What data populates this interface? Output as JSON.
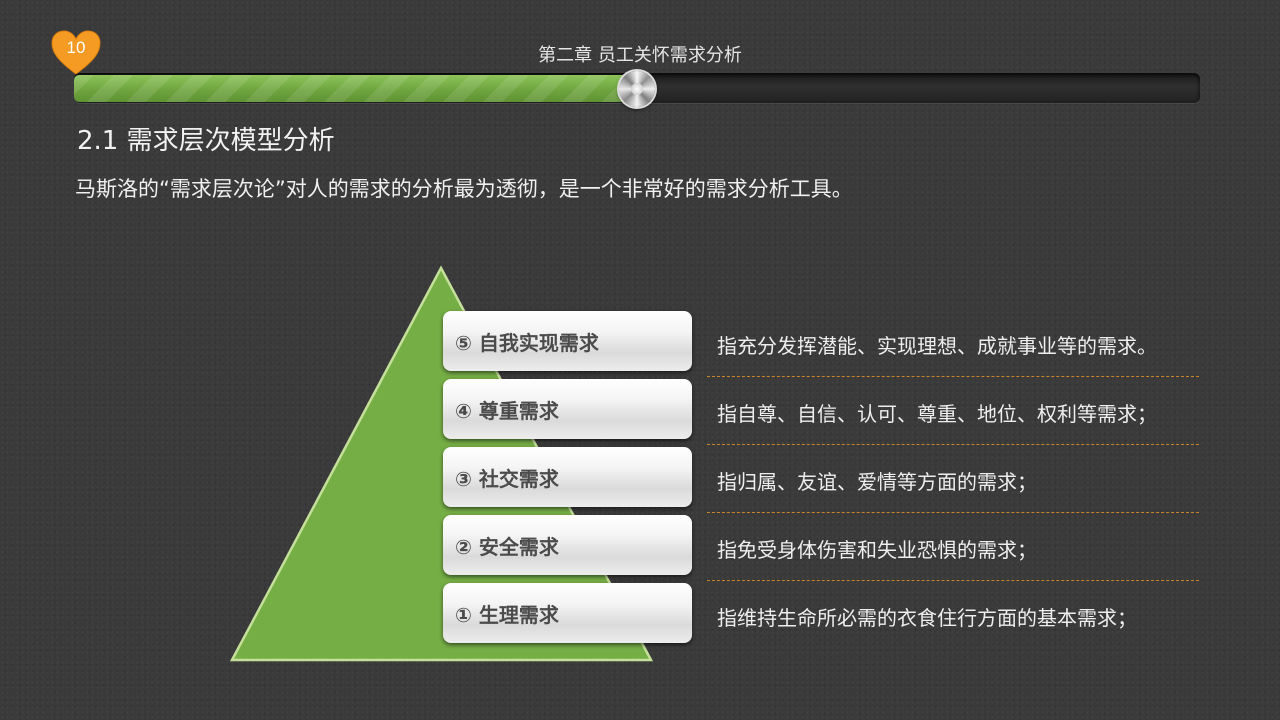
{
  "header": {
    "page_number": "10",
    "chapter_title": "第二章  员工关怀需求分析",
    "progress_percent": 50
  },
  "colors": {
    "heart": "#f59a23",
    "progress_green": "#76ae46",
    "pyramid_green": "#76ae46",
    "divider": "#c8832d"
  },
  "section": {
    "title": "2.1 需求层次模型分析",
    "intro": "马斯洛的“需求层次论”对人的需求的分析最为透彻，是一个非常好的需求分析工具。"
  },
  "levels": [
    {
      "label": "⑤ 自我实现需求",
      "desc": "指充分发挥潜能、实现理想、成就事业等的需求。"
    },
    {
      "label": "④ 尊重需求",
      "desc": "指自尊、自信、认可、尊重、地位、权利等需求；"
    },
    {
      "label": "③ 社交需求",
      "desc": "指归属、友谊、爱情等方面的需求；"
    },
    {
      "label": "② 安全需求",
      "desc": "指免受身体伤害和失业恐惧的需求；"
    },
    {
      "label": "① 生理需求",
      "desc": "指维持生命所必需的衣食住行方面的基本需求；"
    }
  ]
}
